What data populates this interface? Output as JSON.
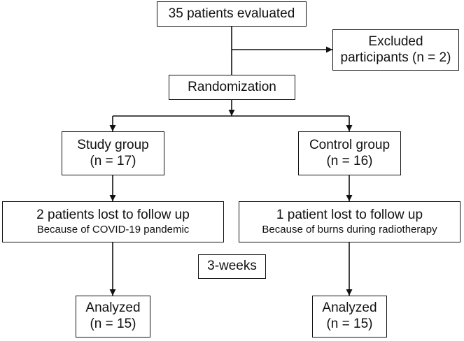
{
  "flow": {
    "evaluated": "35 patients evaluated",
    "excluded_line1": "Excluded",
    "excluded_line2": "participants (n = 2)",
    "randomization": "Randomization",
    "study": {
      "title": "Study group",
      "n": "(n = 17)"
    },
    "control": {
      "title": "Control group",
      "n": "(n = 16)"
    },
    "study_lost": {
      "title": "2 patients lost to follow up",
      "reason": "Because of COVID-19 pandemic"
    },
    "control_lost": {
      "title": "1 patient lost to follow up",
      "reason": "Because of burns during radiotherapy"
    },
    "duration": "3-weeks",
    "study_analyzed": {
      "title": "Analyzed",
      "n": "(n = 15)"
    },
    "control_analyzed": {
      "title": "Analyzed",
      "n": "(n = 15)"
    }
  }
}
